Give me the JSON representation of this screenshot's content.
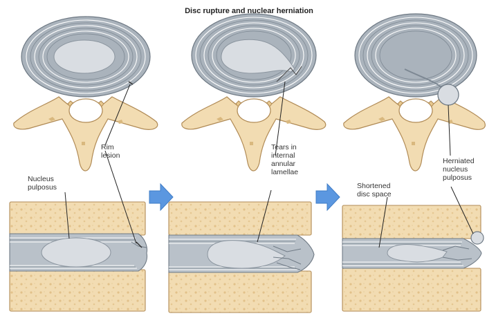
{
  "figure": {
    "title": "Disc rupture and nuclear herniation",
    "labels": {
      "rim_lesion": [
        "Rim",
        "lesion"
      ],
      "nucleus_pulposus": [
        "Nucleus",
        "pulposus"
      ],
      "tears": [
        "Tears in",
        "internal",
        "annular",
        "lamellae"
      ],
      "shortened": [
        "Shortened",
        "disc space"
      ],
      "herniated": [
        "Herniated",
        "nucleus",
        "pulposus"
      ]
    },
    "colors": {
      "bone": "#f2dcb2",
      "disc": "#b9c1c9",
      "nucleus": "#d9dde2",
      "arrow": "#5b97e0"
    }
  }
}
